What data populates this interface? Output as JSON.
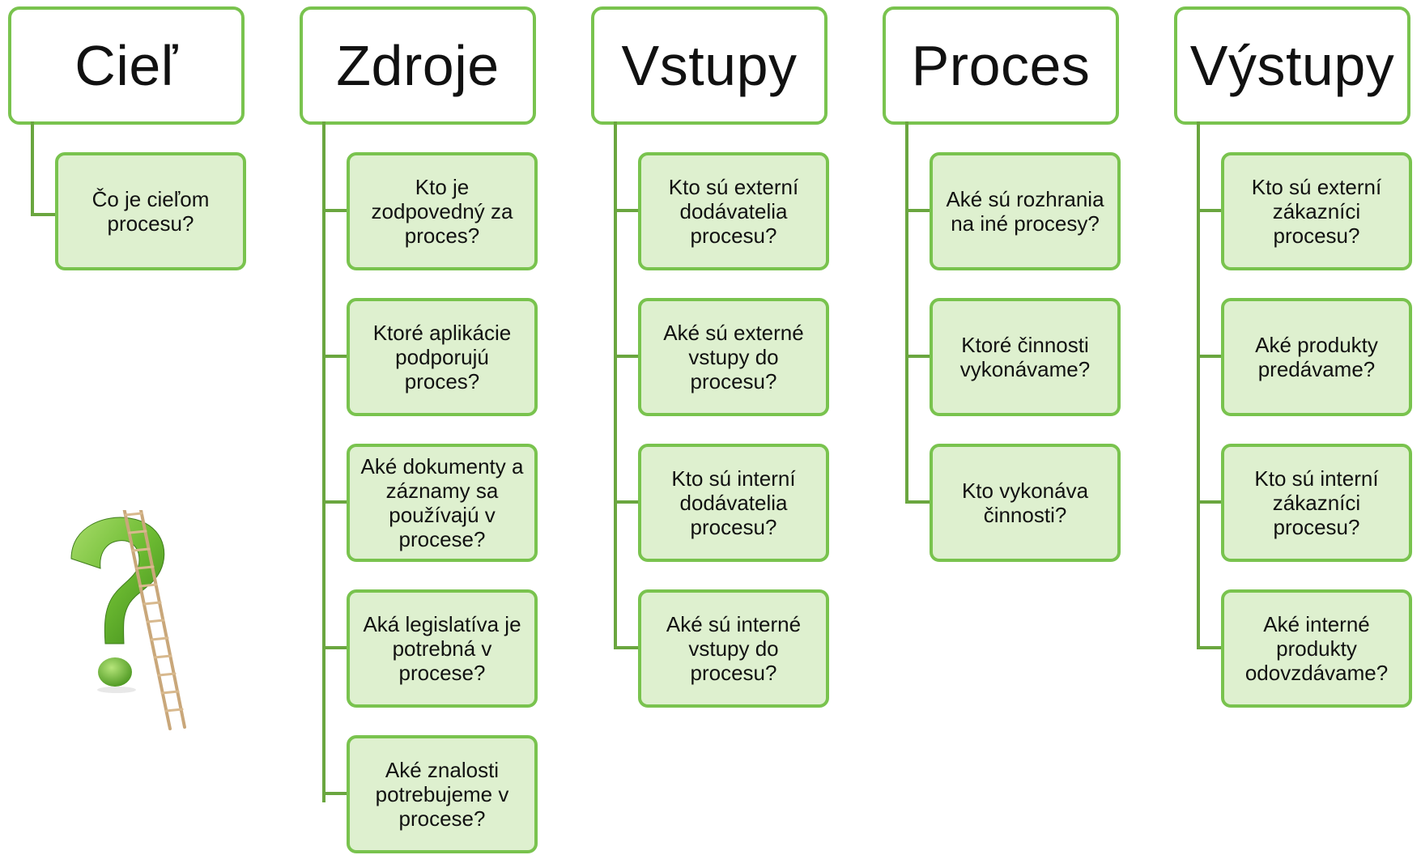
{
  "columns": [
    {
      "title": "Cieľ",
      "items": [
        "Čo je cieľom procesu?"
      ]
    },
    {
      "title": "Zdroje",
      "items": [
        "Kto je zodpovedný za proces?",
        "Ktoré aplikácie podporujú proces?",
        "Aké dokumenty a záznamy sa používajú v procese?",
        "Aká legislatíva je potrebná v procese?",
        "Aké znalosti potrebujeme v procese?"
      ]
    },
    {
      "title": "Vstupy",
      "items": [
        "Kto sú externí dodávatelia procesu?",
        "Aké sú externé vstupy do procesu?",
        "Kto sú interní dodávatelia procesu?",
        "Aké sú interné vstupy do procesu?"
      ]
    },
    {
      "title": "Proces",
      "items": [
        "Aké sú rozhrania na iné procesy?",
        "Ktoré činnosti vykonávame?",
        "Kto vykonáva činnosti?"
      ]
    },
    {
      "title": "Výstupy",
      "items": [
        "Kto sú externí zákazníci procesu?",
        "Aké produkty predávame?",
        "Kto sú interní zákazníci procesu?",
        "Aké interné produkty odovzdávame?"
      ]
    }
  ],
  "colors": {
    "border": "#79c34e",
    "fill": "#def0cf",
    "connector": "#6aa63f"
  },
  "illustration": "question-mark-with-ladder"
}
